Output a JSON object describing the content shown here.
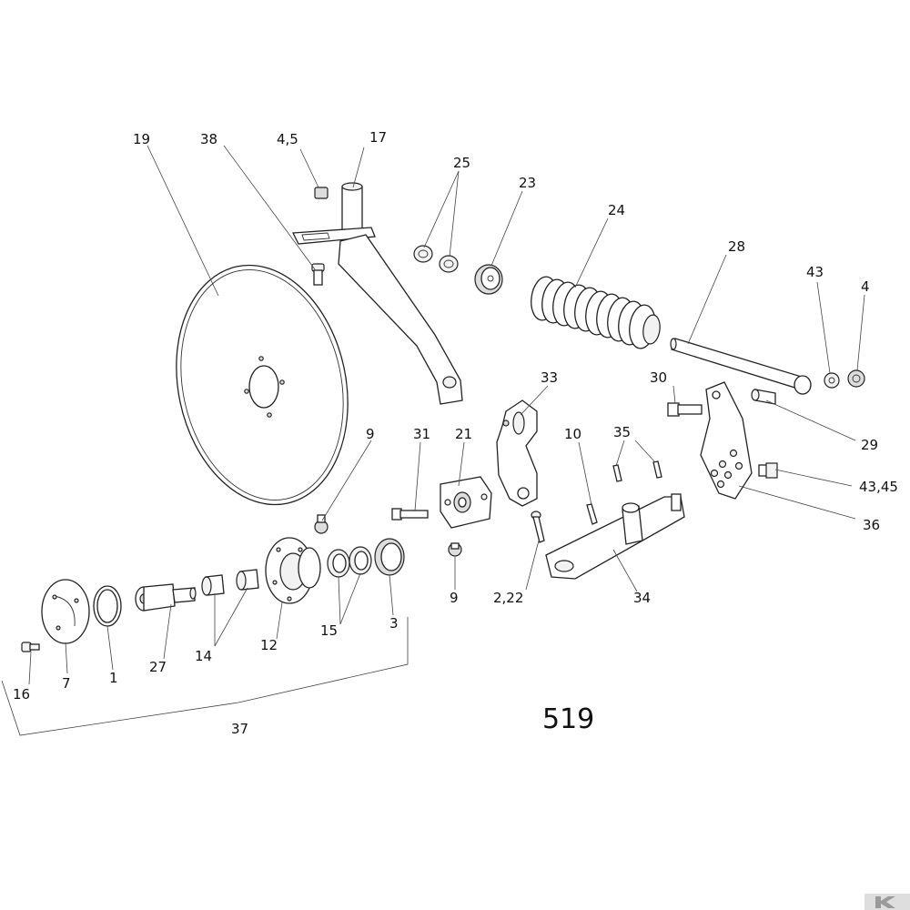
{
  "diagram": {
    "figure_number": "519",
    "labels": {
      "l19": "19",
      "l38": "38",
      "l45": "4,5",
      "l17": "17",
      "l25": "25",
      "l23": "23",
      "l24": "24",
      "l28": "28",
      "l43a": "43",
      "l4": "4",
      "l33": "33",
      "l30": "30",
      "l29": "29",
      "l9a": "9",
      "l31": "31",
      "l21": "21",
      "l10": "10",
      "l35": "35",
      "l4345": "43,45",
      "l36": "36",
      "l9b": "9",
      "l222": "2,22",
      "l34": "34",
      "l16": "16",
      "l7": "7",
      "l1": "1",
      "l27": "27",
      "l14": "14",
      "l12": "12",
      "l15": "15",
      "l3": "3",
      "l37": "37"
    }
  }
}
